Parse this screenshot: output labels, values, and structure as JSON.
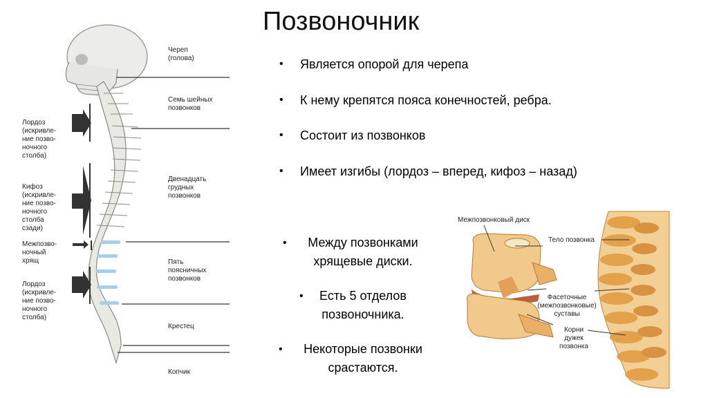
{
  "title": "Позвоночник",
  "bullets_top": [
    "Является опорой для черепа",
    "К нему крепятся пояса конечностей, ребра.",
    "Состоит из позвонков",
    "Имеет изгибы (лордоз – вперед, кифоз – назад)"
  ],
  "bullets_bottom": [
    {
      "line1": "Между позвонками",
      "line2": "хрящевые диски."
    },
    {
      "line1": "Есть 5 отделов",
      "line2": "позвоночника."
    },
    {
      "line1": "Некоторые позвонки",
      "line2": "срастаются."
    }
  ],
  "diagram_left": {
    "right_labels": {
      "skull": [
        "Череп",
        "(голова)"
      ],
      "cervical": [
        "Семь шейных",
        "позвонков"
      ],
      "thoracic": [
        "Двенадцать",
        "грудных",
        "позвонков"
      ],
      "lumbar": [
        "Пять",
        "поясничных",
        "позвонков"
      ],
      "sacrum": [
        "Крестец"
      ],
      "coccyx": [
        "Копчик"
      ]
    },
    "left_labels": {
      "lordosis_1": [
        "Лордоз",
        "(искривле-",
        "ние позво-",
        "ночного",
        "столба)"
      ],
      "kyphosis": [
        "Кифоз",
        "(искривле-",
        "ние позво-",
        "ночного",
        "столба",
        "сзади)"
      ],
      "disc": [
        "Межпозво-",
        "ночный",
        "хрящ"
      ],
      "lordosis_2": [
        "Лордоз",
        "(искривле-",
        "ние позво-",
        "ночного",
        "столба)"
      ]
    }
  },
  "diagram_right": {
    "labels": {
      "disc": "Межпозвонковый диск",
      "body": "Тело позвонка",
      "facet": [
        "Фасеточные",
        "(межпозвонковые)",
        "суставы"
      ],
      "roots": [
        "Корни",
        "дужек",
        "позвонка"
      ]
    }
  },
  "colors": {
    "bone": "#e9e9e4",
    "bone_stroke": "#8a8a85",
    "disc_blue": "#a9cfe8",
    "bone_orange": "#e8b066",
    "bone_orange_dark": "#c4832e"
  }
}
